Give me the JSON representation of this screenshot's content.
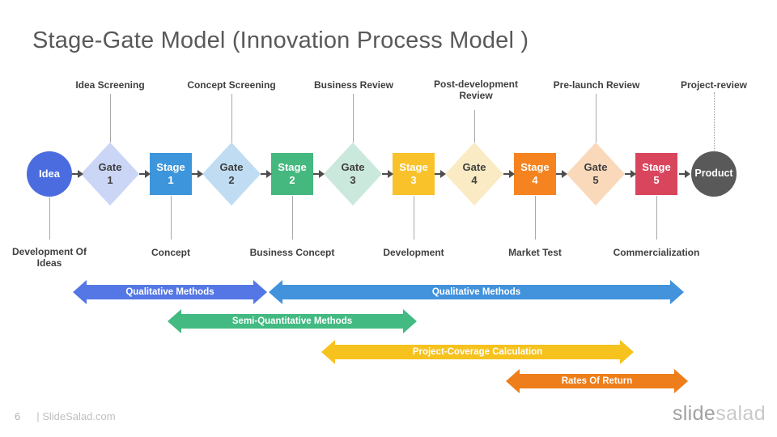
{
  "title": "Stage-Gate Model (Innovation Process Model )",
  "process": {
    "nodes": [
      {
        "shape": "circle",
        "line1": "Idea",
        "line2": "",
        "color": "#4a6cde"
      },
      {
        "shape": "diamond",
        "line1": "Gate",
        "line2": "1",
        "color": "#cbd5f6"
      },
      {
        "shape": "square",
        "line1": "Stage",
        "line2": "1",
        "color": "#3d95dc"
      },
      {
        "shape": "diamond",
        "line1": "Gate",
        "line2": "2",
        "color": "#bfdcf2"
      },
      {
        "shape": "square",
        "line1": "Stage",
        "line2": "2",
        "color": "#44b87e"
      },
      {
        "shape": "diamond",
        "line1": "Gate",
        "line2": "3",
        "color": "#cbe8dc"
      },
      {
        "shape": "square",
        "line1": "Stage",
        "line2": "3",
        "color": "#f9c22b"
      },
      {
        "shape": "diamond",
        "line1": "Gate",
        "line2": "4",
        "color": "#faebc4"
      },
      {
        "shape": "square",
        "line1": "Stage",
        "line2": "4",
        "color": "#f5831f"
      },
      {
        "shape": "diamond",
        "line1": "Gate",
        "line2": "5",
        "color": "#fad9bb"
      },
      {
        "shape": "square",
        "line1": "Stage",
        "line2": "5",
        "color": "#d9455c"
      },
      {
        "shape": "circle",
        "line1": "Product",
        "line2": "",
        "color": "#595959"
      }
    ],
    "top_labels": [
      "Idea Screening",
      "Concept Screening",
      "Business Review",
      "Post-development Review",
      "Pre-launch Review",
      "Project-review"
    ],
    "bottom_labels": [
      "Development Of Ideas",
      "Concept",
      "Business Concept",
      "Development",
      "Market Test",
      "Commercialization"
    ]
  },
  "method_arrows": [
    {
      "label": "Qualitative Methods",
      "color": "#5577e5"
    },
    {
      "label": "Qualitative Methods",
      "color": "#4292dc"
    },
    {
      "label": "Semi-Quantitative Methods",
      "color": "#42ba81"
    },
    {
      "label": "Project-Coverage Calculation",
      "color": "#f6c21e"
    },
    {
      "label": "Rates Of Return",
      "color": "#ee7e1b"
    }
  ],
  "footer": {
    "page_number": "6",
    "source": "| SlideSalad.com",
    "logo_part1": "slide",
    "logo_part2": "salad"
  }
}
